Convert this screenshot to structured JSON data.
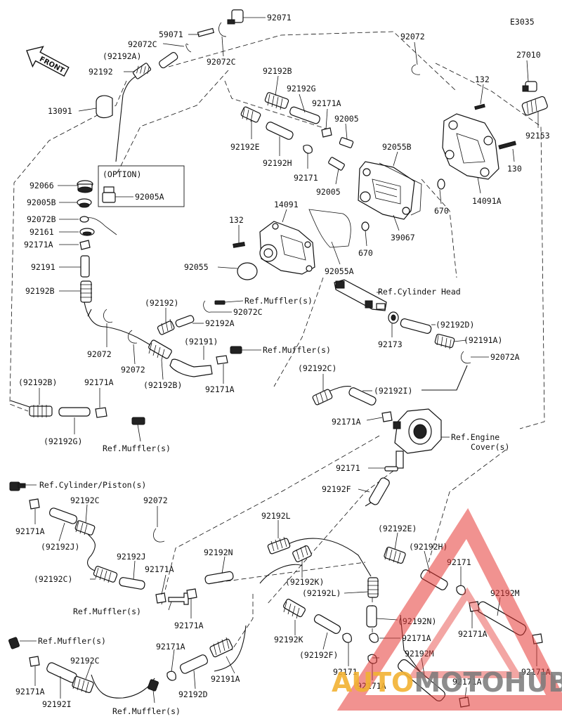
{
  "diagram_code": "E3035",
  "front_label": "FRONT",
  "option_label": "(OPTION)",
  "watermark": {
    "part1": "AUTO",
    "part2": "MOTO",
    "part3": "HUB",
    "color1": "#f2b233",
    "color2": "#7a7a7a",
    "tri_color": "#e53935"
  },
  "labels": {
    "l92071": "92071",
    "l59071": "59071",
    "l92072C_a": "92072C",
    "l92192A_p": "(92192A)",
    "l92192_a": "92192",
    "l92072C_b": "92072C",
    "l92072_a": "92072",
    "l27010": "27010",
    "l132_a": "132",
    "l13091": "13091",
    "l92192B_a": "92192B",
    "l92192G_a": "92192G",
    "l92171A_a": "92171A",
    "l92005_a": "92005",
    "l92153": "92153",
    "l92192E_a": "92192E",
    "l92192H_a": "92192H",
    "l92055B": "92055B",
    "l130": "130",
    "l92171_a": "92171",
    "l92005_b": "92005",
    "l14091A": "14091A",
    "l670_a": "670",
    "l92066": "92066",
    "l92005A": "92005A",
    "l92005B": "92005B",
    "l14091": "14091",
    "l92072B": "92072B",
    "l132_b": "132",
    "l92161": "92161",
    "l670_b": "670",
    "l39067": "39067",
    "l92171A_b": "92171A",
    "l92055": "92055",
    "l92055A": "92055A",
    "l92191_a": "92191",
    "l92192B_b": "92192B",
    "ref_cyl_head": "Ref.Cylinder Head",
    "l92192_p": "(92192)",
    "ref_muffler_a": "Ref.Muffler(s)",
    "l92072C_c": "92072C",
    "l92192A_b": "92192A",
    "l92192D_p": "(92192D)",
    "l92173": "92173",
    "l92191A_p": "(92191A)",
    "l92072_b": "92072",
    "l92191_p": "(92191)",
    "ref_muffler_b": "Ref.Muffler(s)",
    "l92072A": "92072A",
    "l92072_c": "92072",
    "l92192B_p2": "(92192B)",
    "l92171A_c": "92171A",
    "l92192C_p": "(92192C)",
    "l92192B_p": "(92192B)",
    "l92171A_d": "92171A",
    "l92192I_p": "(92192I)",
    "l92171A_e": "92171A",
    "ref_engine_cover_1": "Ref.Engine",
    "ref_engine_cover_2": "Cover(s)",
    "l92192G_p": "(92192G)",
    "ref_muffler_c": "Ref.Muffler(s)",
    "l92171_b": "92171",
    "ref_cyl_piston": "Ref.Cylinder/Piston(s)",
    "l92192F": "92192F",
    "l92171A_f": "92171A",
    "l92192C_a": "92192C",
    "l92072_d": "92072",
    "l92192J_p": "(92192J)",
    "l92192L_a": "92192L",
    "l92192E_p": "(92192E)",
    "l92192H_p": "(92192H)",
    "l92171_c": "92171",
    "l92192N_a": "92192N",
    "l92192J": "92192J",
    "l92171A_g": "92171A",
    "l92192C_p2": "(92192C)",
    "l92192K_p": "(92192K)",
    "l92192M_a": "92192M",
    "l92192L_p": "(92192L)",
    "ref_muffler_d": "Ref.Muffler(s)",
    "l92171A_h": "92171A",
    "l92192N_p": "(92192N)",
    "l92171A_i": "92171A",
    "l92171A_j": "92171A",
    "ref_muffler_e": "Ref.Muffler(s)",
    "l92192K": "92192K",
    "l92171A_k": "92171A",
    "l92192C_b": "92192C",
    "l92192F_p": "(92192F)",
    "l92171_d": "92171",
    "l92192M_b": "92192M",
    "l92171A_l": "92171A",
    "l92171A_m": "92171A",
    "l92192I": "92192I",
    "l92192D": "92192D",
    "l92191A": "92191A",
    "ref_muffler_f": "Ref.Muffler(s)",
    "l92171A_n": "92171A",
    "l92171A_o": "92171A"
  }
}
